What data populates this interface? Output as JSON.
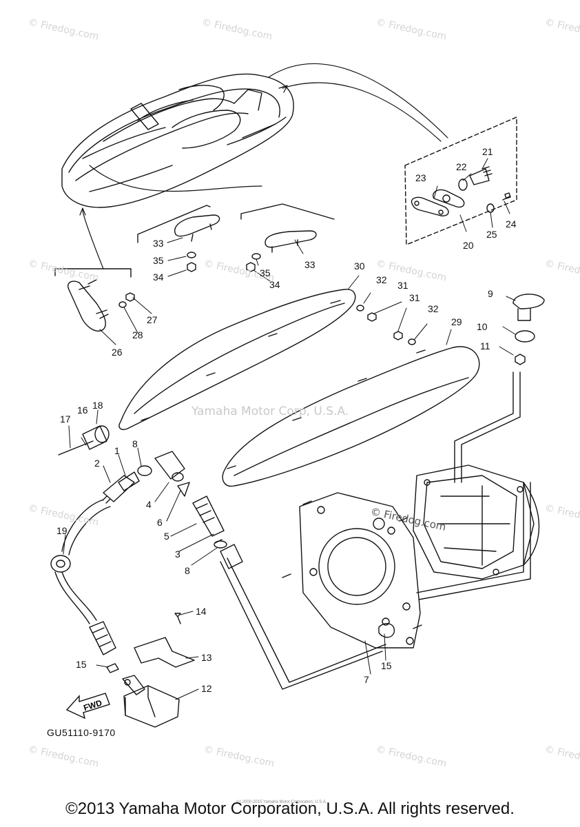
{
  "diagram": {
    "center_watermark": "Yamaha Motor Corp, U.S.A.",
    "center_firedog": "© Firedog.com",
    "diagram_code": "GU51110-9170",
    "fwd_label": "FWD",
    "copyright": "©2013 Yamaha Motor Corporation, U.S.A. All rights reserved.",
    "tiny_text": "(c) 2000-2015 Yamaha Motor Corporation, U.S.A.",
    "watermark_text": "© Firedog.com",
    "part_numbers": [
      "1",
      "2",
      "3",
      "4",
      "5",
      "6",
      "7",
      "8",
      "8",
      "9",
      "10",
      "11",
      "12",
      "13",
      "14",
      "15",
      "15",
      "16",
      "17",
      "18",
      "19",
      "20",
      "21",
      "22",
      "23",
      "24",
      "25",
      "26",
      "27",
      "28",
      "29",
      "30",
      "31",
      "31",
      "32",
      "32",
      "33",
      "33",
      "34",
      "34",
      "35",
      "35"
    ]
  }
}
